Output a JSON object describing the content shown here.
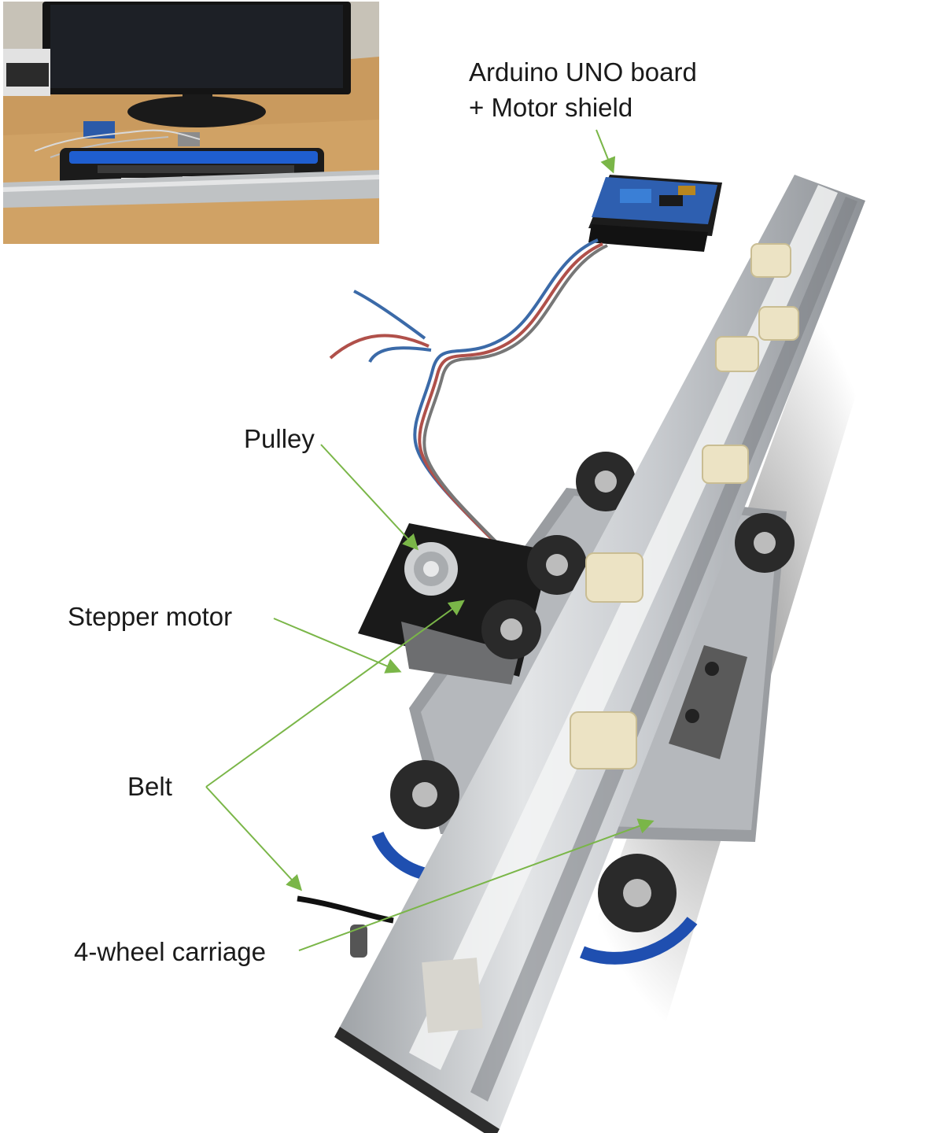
{
  "labels": {
    "arduino_line1": "Arduino UNO board",
    "arduino_line2": "+ Motor shield",
    "pulley": "Pulley",
    "stepper_motor": "Stepper  motor",
    "belt": "Belt",
    "carriage": "4-wheel  carriage"
  },
  "colors": {
    "arrow": "#7ab648",
    "rail": "#c9ccd0",
    "rail_highlight": "#e6e8ea",
    "wheel": "#2a2a2a",
    "bumper": "#ece3c4",
    "wire_blue": "#3b6aa8",
    "wire_red": "#b0504a",
    "shield_blue": "#2e5fb0",
    "braille_blue": "#1f5ecf"
  },
  "icons": {
    "inset": "photo-of-desk-with-monitor-and-braille-display",
    "main": "photo-of-linear-rail-with-carriage"
  }
}
